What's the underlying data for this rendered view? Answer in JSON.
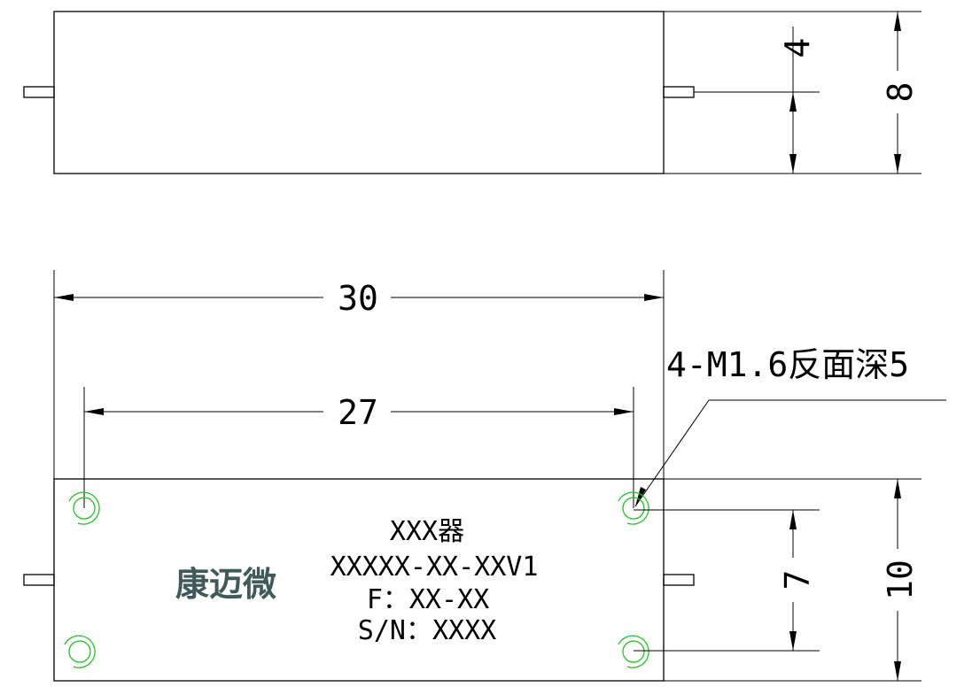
{
  "dimensions": {
    "side_height": "8",
    "pin_offset": "4",
    "total_length": "30",
    "hole_spacing_x": "27",
    "hole_spacing_y": "7",
    "top_width": "10"
  },
  "callout": {
    "text": "4-M1.6反面深5"
  },
  "label": {
    "line1": "XXX器",
    "line2": "XXXXX-XX-XXV1",
    "line3": "F：XX-XX",
    "line4": "S/N：XXXX"
  },
  "logo": {
    "text": "康迈微",
    "color": "#3f5a58"
  },
  "colors": {
    "outline": "#000000",
    "holes": "#22c422"
  }
}
